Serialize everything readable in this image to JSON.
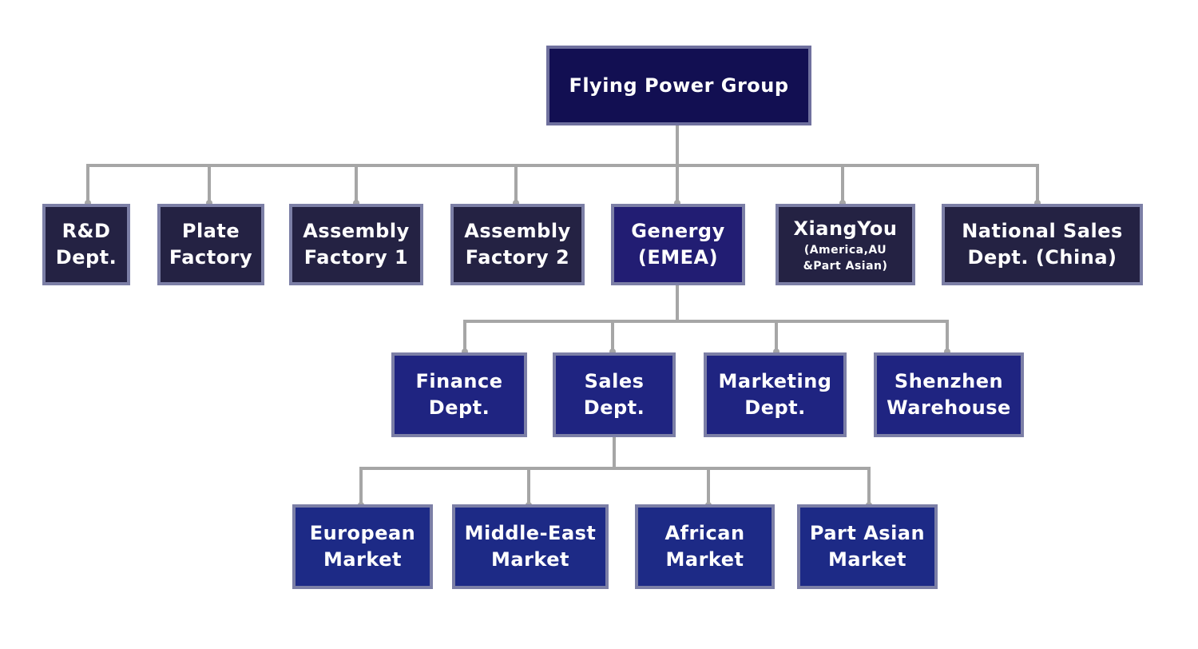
{
  "diagram": {
    "root": {
      "lines": [
        "Flying Power Group"
      ]
    },
    "divisions": [
      {
        "lines": [
          "R&D",
          "Dept."
        ]
      },
      {
        "lines": [
          "Plate",
          "Factory"
        ]
      },
      {
        "lines": [
          "Assembly",
          "Factory 1"
        ]
      },
      {
        "lines": [
          "Assembly",
          "Factory 2"
        ]
      },
      {
        "lines": [
          "Genergy",
          "(EMEA)"
        ]
      },
      {
        "lines": [
          "XiangYou"
        ],
        "sub_lines": [
          "(America,AU",
          "&Part Asian)"
        ]
      },
      {
        "lines": [
          "National Sales",
          "Dept. (China)"
        ]
      }
    ],
    "genergy_departments": [
      {
        "lines": [
          "Finance",
          "Dept."
        ]
      },
      {
        "lines": [
          "Sales",
          "Dept."
        ]
      },
      {
        "lines": [
          "Marketing",
          "Dept."
        ]
      },
      {
        "lines": [
          "Shenzhen",
          "Warehouse"
        ]
      }
    ],
    "sales_markets": [
      {
        "lines": [
          "European",
          "Market"
        ]
      },
      {
        "lines": [
          "Middle-East",
          "Market"
        ]
      },
      {
        "lines": [
          "African",
          "Market"
        ]
      },
      {
        "lines": [
          "Part Asian",
          "Market"
        ]
      }
    ],
    "colors": {
      "root_fill": "#120f52",
      "division_fill": "#242243",
      "genergy_fill": "#221d73",
      "department_fill": "#1f2481",
      "market_fill": "#1d2a86",
      "border": "#7c7fa6",
      "connector": "#a6a6a6",
      "text": "#ffffff"
    }
  }
}
